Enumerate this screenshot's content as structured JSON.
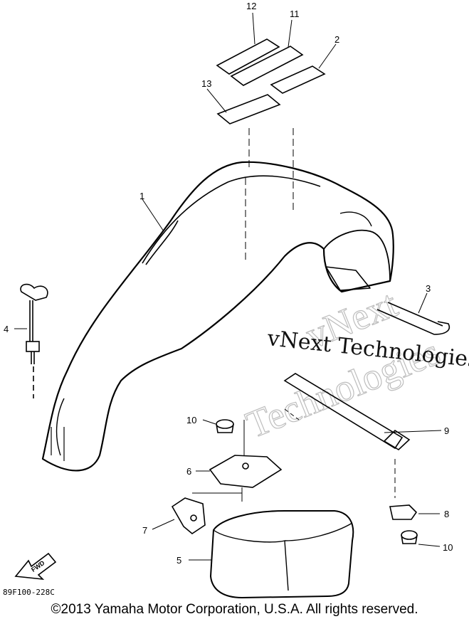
{
  "callouts": {
    "c1": "1",
    "c2": "2",
    "c3": "3",
    "c4": "4",
    "c5": "5",
    "c6": "6",
    "c7": "7",
    "c8": "8",
    "c9": "9",
    "c10a": "10",
    "c10b": "10",
    "c11": "11",
    "c12": "12",
    "c13": "13"
  },
  "fwd_label": "FWD",
  "diagram_code": "89F100-228C",
  "watermark": {
    "line1": "vNext",
    "line2": "Technologies",
    "overlay": "vNext Technologies"
  },
  "copyright": "©2013 Yamaha Motor Corporation, U.S.A. All rights reserved."
}
